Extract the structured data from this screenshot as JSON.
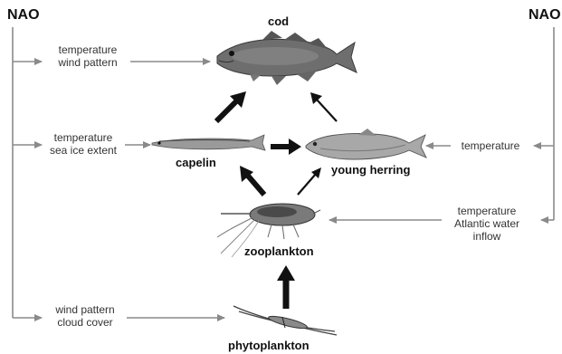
{
  "diagram": {
    "nao_left": "NAO",
    "nao_right": "NAO",
    "drivers": {
      "cod_driver": "temperature\nwind pattern",
      "capelin_driver": "temperature\nsea ice extent",
      "herring_driver": "temperature",
      "zooplankton_driver": "temperature\nAtlantic water\ninflow",
      "phytoplankton_driver": "wind pattern\ncloud cover"
    },
    "organisms": {
      "cod": "cod",
      "capelin": "capelin",
      "young_herring": "young herring",
      "zooplankton": "zooplankton",
      "phytoplankton": "phytoplankton"
    },
    "colors": {
      "driver_arrow": "#8a8a8a",
      "trophic_arrow": "#111111"
    }
  }
}
